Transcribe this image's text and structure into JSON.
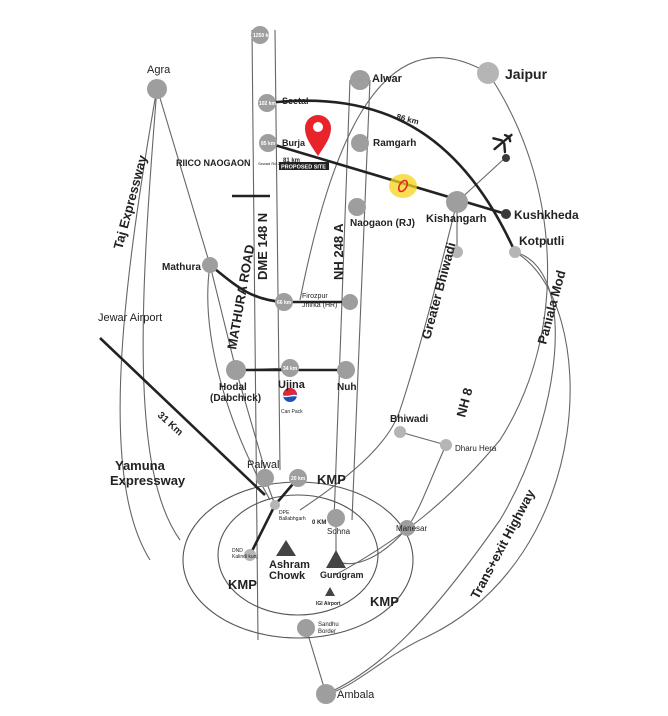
{
  "colors": {
    "marker": "#e8232a",
    "highlight": "#f5d31a",
    "roads": "#666666",
    "nodes": "#9e9e9e"
  },
  "icons": {
    "location_pin": "location-pin-icon",
    "airplane": "airplane-icon",
    "pepsi_logo": "pepsi-logo-icon",
    "mountain": "triangle-landmark-icon"
  },
  "places": {
    "agra": "Agra",
    "alwar": "Alwar",
    "jaipur": "Jaipur",
    "seetal": "Seetal",
    "burja": "Burja",
    "ramgarh": "Ramgarh",
    "riico": "RIICO NAOGAON",
    "riico_sub": "Sewad Rd 20 k",
    "proposed": "PROPOSED SITE",
    "naogaon": "Naogaon (RJ)",
    "kishangarh": "Kishangarh",
    "kushkheda": "Kushkheda",
    "kotputli": "Kotputli",
    "mathura": "Mathura",
    "firozpur": "Firozpur\nJhirka (HR)",
    "jewar": "Jewar Airport",
    "hodal": "Hodal\n(Dabchick)",
    "ujina": "Ujina",
    "nuh": "Nuh",
    "can_pack": "Can Pack",
    "bhiwadi": "Bhiwadi",
    "dharu_hera": "Dharu Hera",
    "palwal": "Palwal",
    "dpe": "DPE\nBallabhgarh",
    "sohna": "Sohna",
    "manesar": "Manesar",
    "dnd": "DND\nKalindi kunj",
    "ashram": "Ashram\nChowk",
    "gurugram": "Gurugram",
    "igi": "IGI Airport",
    "sandhu": "Sandhu\nBorder",
    "ambala": "Ambala"
  },
  "distances": {
    "km1250": "1250 km",
    "km102": "102 km",
    "km85": "85 km",
    "km81": "81 km",
    "km86": "86 km",
    "km66": "66 km",
    "km34": "34 km",
    "km20": "20 km",
    "km0": "0 KM",
    "km31": "31 Km"
  },
  "highways": {
    "taj": "Taj Expressway",
    "dme": "DME 148 N",
    "nh248": "NH 248 A",
    "mathura_road": "MATHURA ROAD",
    "greater_bhiwadi": "Greater Bhiwadi",
    "paniala": "Paniala Mod",
    "nh8": "NH 8",
    "yamuna": "Yamuna\nExpressway",
    "trans": "Trans+exit Highway",
    "kmp": "KMP"
  }
}
